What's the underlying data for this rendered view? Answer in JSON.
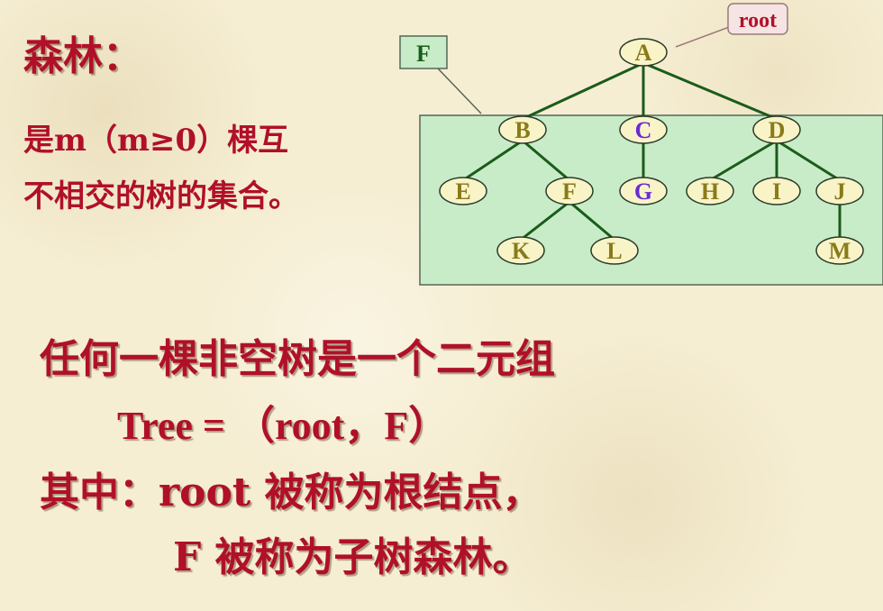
{
  "title": "森林：",
  "definition": {
    "line1": "是m（m≥0）棵互",
    "line2": "不相交的树的集合。"
  },
  "explanation": {
    "line1": "任何一棵非空树是一个二元组",
    "line2": "Tree = （root，F）",
    "line3": "其中：root 被称为根结点，",
    "line4": "F 被称为子树森林。"
  },
  "diagram": {
    "root_callout": "root",
    "forest_callout": "F",
    "nodes": {
      "A": "A",
      "B": "B",
      "C": "C",
      "D": "D",
      "E": "E",
      "F": "F",
      "G": "G",
      "H": "H",
      "I": "I",
      "J": "J",
      "K": "K",
      "L": "L",
      "M": "M"
    },
    "edges": [
      [
        "A",
        "B"
      ],
      [
        "A",
        "C"
      ],
      [
        "A",
        "D"
      ],
      [
        "B",
        "E"
      ],
      [
        "B",
        "F"
      ],
      [
        "C",
        "G"
      ],
      [
        "D",
        "H"
      ],
      [
        "D",
        "I"
      ],
      [
        "D",
        "J"
      ],
      [
        "F",
        "K"
      ],
      [
        "F",
        "L"
      ],
      [
        "J",
        "M"
      ]
    ]
  },
  "colors": {
    "text_red": "#b0102a",
    "forest_box": "#c8ecc8",
    "edge_green": "#1a5c1a",
    "node_fill": "#f8f4c8",
    "node_text_olive": "#8a7a1a",
    "node_text_purple": "#6a2bd6"
  }
}
